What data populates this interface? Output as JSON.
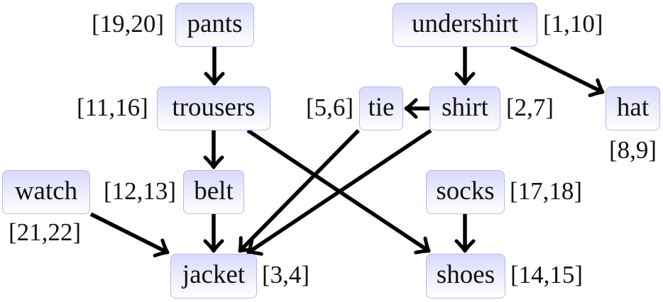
{
  "diagram": {
    "type": "directed-acyclic-graph",
    "description": "DFS discovery/finish times for getting-dressed topological sort",
    "nodes": [
      {
        "id": "pants",
        "label": "pants",
        "times": "[19,20]"
      },
      {
        "id": "undershirt",
        "label": "undershirt",
        "times": "[1,10]"
      },
      {
        "id": "trousers",
        "label": "trousers",
        "times": "[11,16]"
      },
      {
        "id": "tie",
        "label": "tie",
        "times": "[5,6]"
      },
      {
        "id": "shirt",
        "label": "shirt",
        "times": "[2,7]"
      },
      {
        "id": "hat",
        "label": "hat",
        "times": "[8,9]"
      },
      {
        "id": "watch",
        "label": "watch",
        "times": "[21,22]"
      },
      {
        "id": "belt",
        "label": "belt",
        "times": "[12,13]"
      },
      {
        "id": "socks",
        "label": "socks",
        "times": "[17,18]"
      },
      {
        "id": "jacket",
        "label": "jacket",
        "times": "[3,4]"
      },
      {
        "id": "shoes",
        "label": "shoes",
        "times": "[14,15]"
      }
    ],
    "edges": [
      {
        "from": "pants",
        "to": "trousers"
      },
      {
        "from": "undershirt",
        "to": "shirt"
      },
      {
        "from": "undershirt",
        "to": "hat"
      },
      {
        "from": "shirt",
        "to": "tie"
      },
      {
        "from": "trousers",
        "to": "belt"
      },
      {
        "from": "trousers",
        "to": "shoes"
      },
      {
        "from": "tie",
        "to": "jacket"
      },
      {
        "from": "shirt",
        "to": "jacket"
      },
      {
        "from": "watch",
        "to": "jacket"
      },
      {
        "from": "belt",
        "to": "jacket"
      },
      {
        "from": "socks",
        "to": "shoes"
      }
    ],
    "colors": {
      "node_fill_top": "#d9d9fb",
      "node_fill_bottom": "#ffffff",
      "node_border": "#b8b8f0",
      "edge": "#000000",
      "text": "#111111"
    }
  }
}
